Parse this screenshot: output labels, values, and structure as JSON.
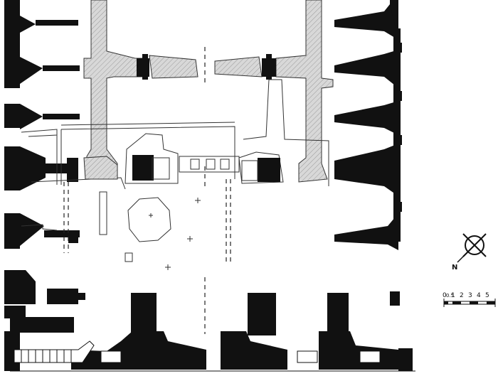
{
  "drawing": {
    "colors": {
      "wall": "#111111",
      "hatch_fill": "#d8d8d8",
      "line": "#333333",
      "background": "#ffffff"
    },
    "north_arrow": {
      "label": "N",
      "icon": "north-arrow-icon"
    },
    "scale_bar": {
      "labels": [
        "0",
        "0.5",
        "1",
        "2",
        "3",
        "4",
        "5"
      ]
    }
  }
}
